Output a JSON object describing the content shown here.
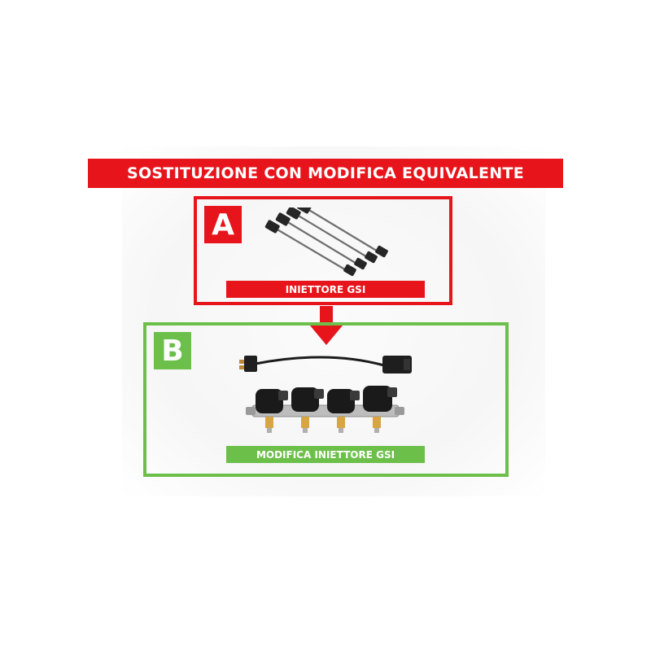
{
  "banner": {
    "title": "SOSTITUZIONE CON MODIFICA EQUIVALENTE"
  },
  "section_a": {
    "badge": "A",
    "label": "INIETTORE GSI",
    "accent": "#e8141b"
  },
  "section_b": {
    "badge": "B",
    "label": "MODIFICA INIETTORE GSI",
    "accent": "#6cc04a"
  },
  "icons": [
    "down-arrow-icon",
    "injector-cables-image",
    "adapter-cable-image",
    "injector-rail-image"
  ]
}
